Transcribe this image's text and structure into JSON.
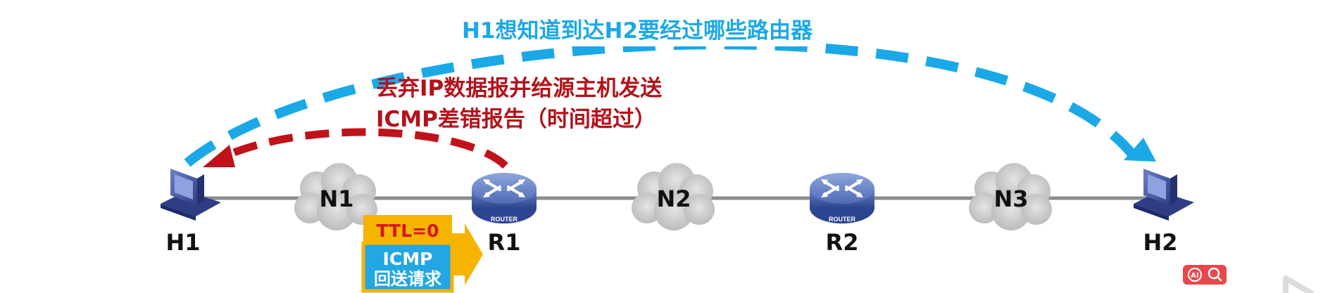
{
  "title_top": "H1想知道到达H2要经过哪些路由器",
  "annotation_line1": "丢弃IP数据报并给源主机发送",
  "annotation_line2": "ICMP差错报告（时间超过）",
  "hosts": {
    "h1": "H1",
    "h2": "H2"
  },
  "routers": {
    "r1": "R1",
    "r2": "R2",
    "badge": "ROUTER"
  },
  "networks": {
    "n1": "N1",
    "n2": "N2",
    "n3": "N3"
  },
  "packet": {
    "ttl": "TTL=0",
    "type_line1": "ICMP",
    "type_line2": "回送请求"
  },
  "colors": {
    "blue_arc": "#1aa9e6",
    "red_arc": "#c0121a",
    "title_blue": "#1aa9e6",
    "annotation_red": "#b3121a",
    "ttl_red": "#d4161e",
    "packet_orange": "#f5b400",
    "packet_blue": "#22a6e4",
    "cloud_gray": "#c9c9c9",
    "link_gray": "#8c8c8c",
    "router_blue": "#3d5aa8",
    "host_blue": "#3f4f9a",
    "widget_red": "#e8484a"
  },
  "icons": [
    "computer-icon",
    "router-icon",
    "cloud-icon",
    "ai-icon",
    "search-icon",
    "play-icon"
  ]
}
